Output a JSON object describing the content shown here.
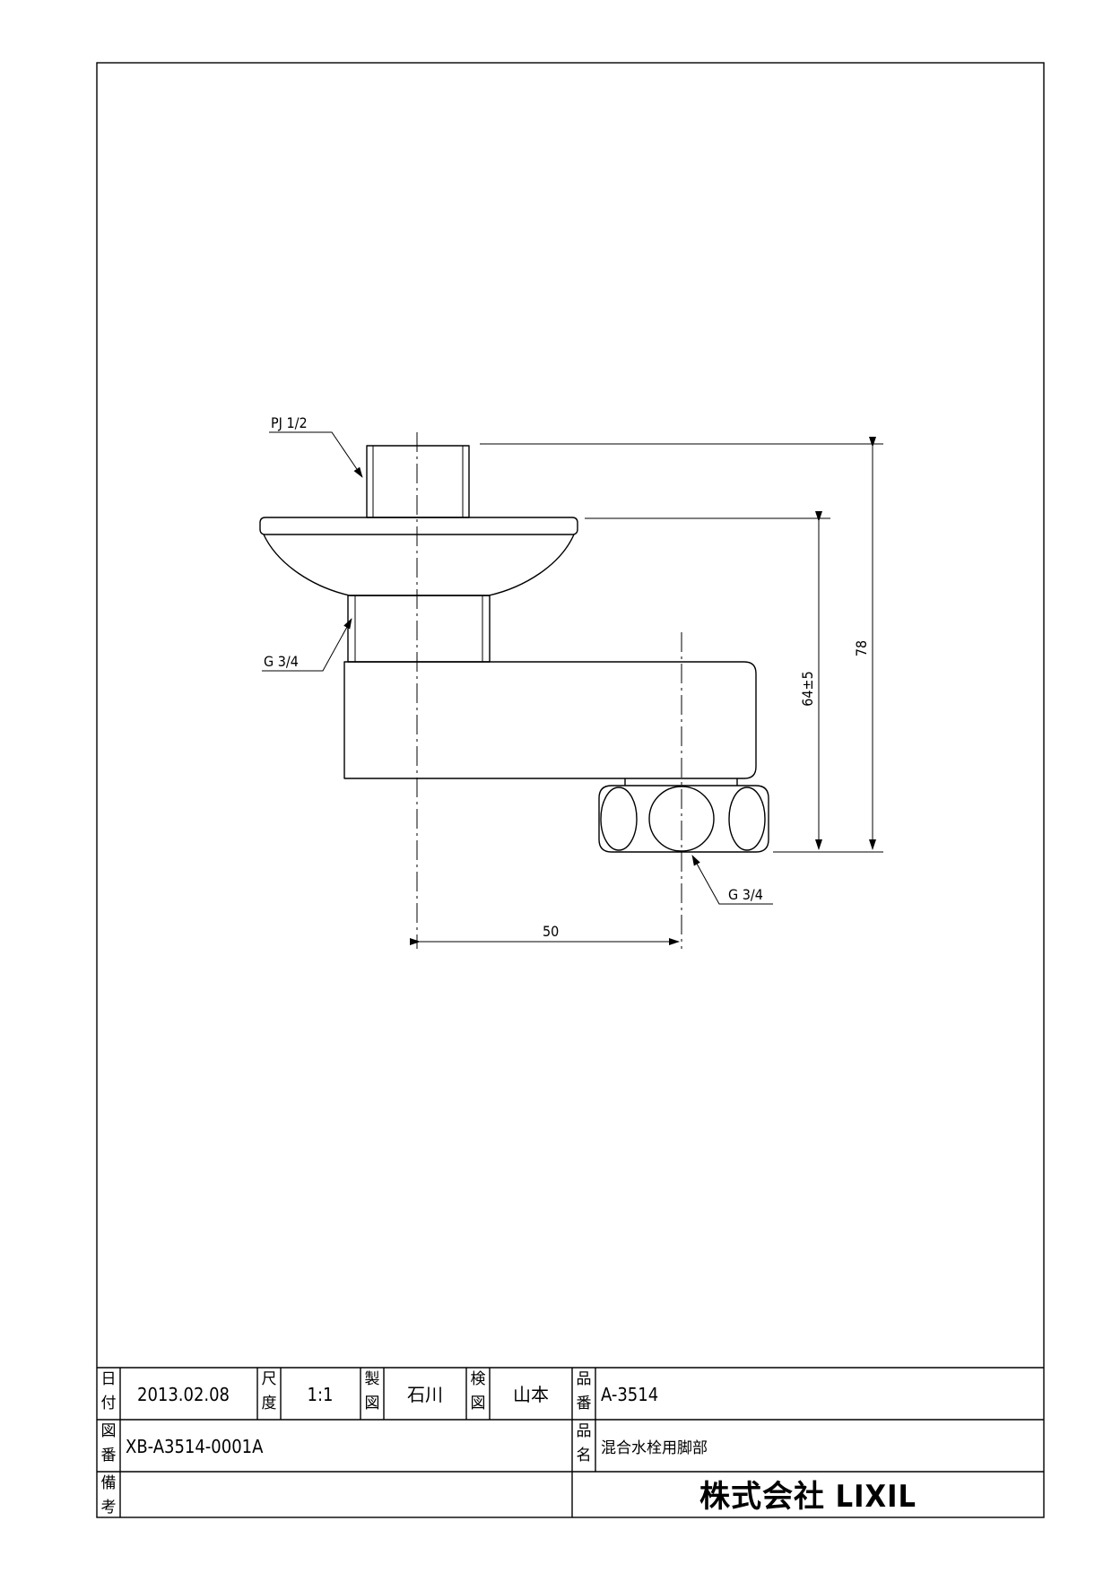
{
  "drawing": {
    "labels": {
      "thread_top": "PJ 1/2",
      "thread_mid": "G 3/4",
      "thread_nut": "G 3/4",
      "dim_horizontal": "50",
      "dim_inner": "64±5",
      "dim_outer": "78"
    }
  },
  "title_block": {
    "date_label": [
      "日",
      "付"
    ],
    "date": "2013.02.08",
    "scale_label": [
      "尺",
      "度"
    ],
    "scale": "1:1",
    "drawn_label": [
      "製",
      "図"
    ],
    "drawn_by": "石川",
    "checked_label": [
      "検",
      "図"
    ],
    "checked_by": "山本",
    "part_no_label": [
      "品",
      "番"
    ],
    "part_no": "A-3514",
    "drawing_no_label": [
      "図",
      "番"
    ],
    "drawing_no": "XB-A3514-0001A",
    "part_name_label": [
      "品",
      "名"
    ],
    "part_name": "混合水栓用脚部",
    "remarks_label": [
      "備",
      "考"
    ],
    "company": "株式会社 LIXIL"
  }
}
